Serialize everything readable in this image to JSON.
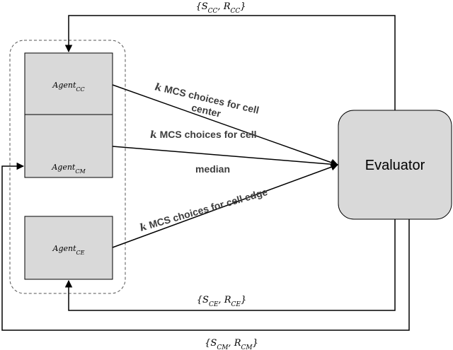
{
  "agents": {
    "cc": {
      "name": "Agent",
      "sub": "CC"
    },
    "cm": {
      "name": "Agent",
      "sub": "CM"
    },
    "ce": {
      "name": "Agent",
      "sub": "CE"
    }
  },
  "evaluator": {
    "label": "Evaluator"
  },
  "edges": {
    "center": {
      "k": "k",
      "line1": " MCS choices for cell",
      "line2": "center"
    },
    "median": {
      "k": "k",
      "line1": " MCS choices for cell",
      "line2": "median"
    },
    "edge": {
      "k": "k",
      "line1": " MCS choices for cell edge"
    }
  },
  "feedback": {
    "cc": {
      "open": "{",
      "s": "S",
      "s_sub": "CC",
      "sep": ", ",
      "r": "R",
      "r_sub": "CC",
      "close": "}"
    },
    "ce": {
      "open": "{",
      "s": "S",
      "s_sub": "CE",
      "sep": ", ",
      "r": "R",
      "r_sub": "CE",
      "close": "}"
    },
    "cm": {
      "open": "{",
      "s": "S",
      "s_sub": "CM",
      "sep": ", ",
      "r": "R",
      "r_sub": "CM",
      "close": "}"
    }
  }
}
